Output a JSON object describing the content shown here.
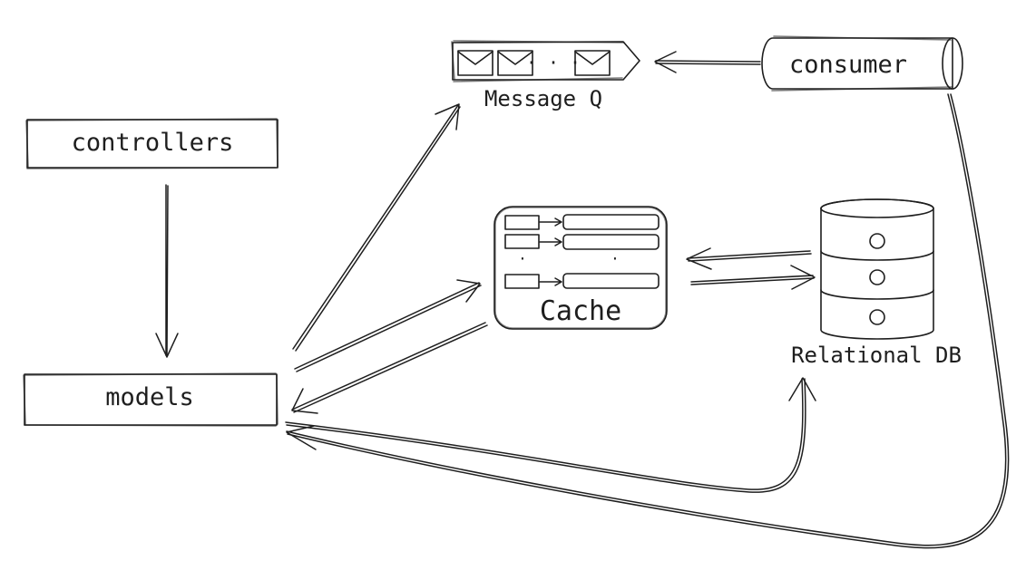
{
  "diagram": {
    "nodes": {
      "controllers": {
        "label": "controllers"
      },
      "models": {
        "label": "models"
      },
      "message_queue": {
        "label": "Message Q",
        "ellipsis": "· · ·"
      },
      "consumer": {
        "label": "consumer"
      },
      "cache": {
        "label": "Cache",
        "ellipsis": "·"
      },
      "relational_db": {
        "label": "Relational DB"
      }
    },
    "colors": {
      "box_fill": "#ececec",
      "envelope_fill": "#868e96",
      "cache_fill": "#f1f3f5",
      "cache_key_fill": "#868e96",
      "cache_value_fill": "#dee2e6",
      "db_fill": "#ced4da",
      "stroke": "#1e1e1e"
    }
  }
}
